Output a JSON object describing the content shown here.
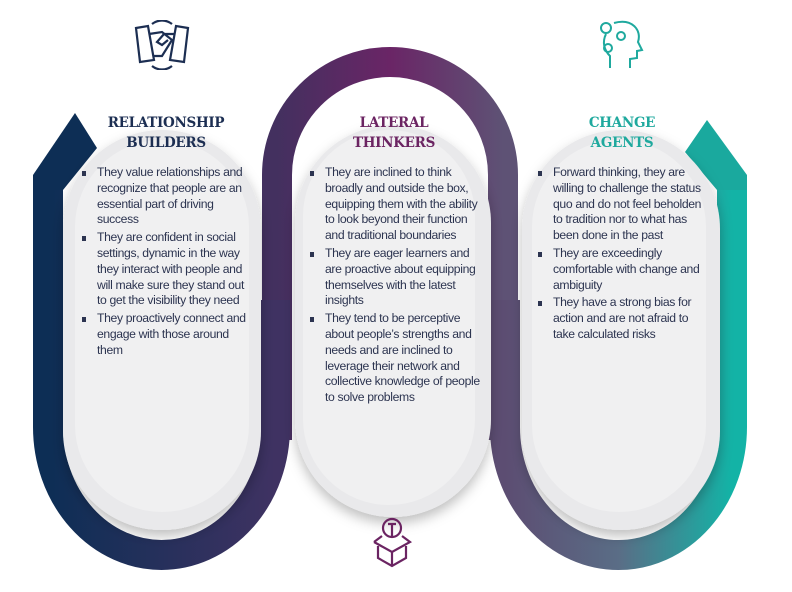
{
  "colors": {
    "navy": "#1c2e52",
    "purple": "#6b2462",
    "teal": "#1fa99e"
  },
  "columns": [
    {
      "title_line1": "RELATIONSHIP",
      "title_line2": "BUILDERS",
      "icon": "handshake-icon",
      "bullets": [
        "They value relationships and recognize that people are an essential part of driving success",
        "They are confident in social settings, dynamic in the way they interact with people and will make sure they stand out to get the visibility they need",
        "They proactively connect and engage with those around them"
      ]
    },
    {
      "title_line1": "LATERAL",
      "title_line2": "THINKERS",
      "icon": "lightbulb-box-icon",
      "bullets": [
        "They are inclined to think broadly and outside the box, equipping them with the ability to look beyond their function and traditional boundaries",
        "They are eager learners and are proactive about equipping themselves with the latest insights",
        "They tend to be perceptive about people’s strengths and needs and are inclined to leverage their network and collective knowledge of people to solve problems"
      ]
    },
    {
      "title_line1": "CHANGE",
      "title_line2": "AGENTS",
      "icon": "head-gears-icon",
      "bullets": [
        "Forward thinking, they are willing to challenge the status quo and do not feel beholden to tradition nor to what has been done in the past",
        "They are exceedingly comfortable with change and ambiguity",
        "They have a strong bias for action and are not afraid to take calculated risks"
      ]
    }
  ]
}
